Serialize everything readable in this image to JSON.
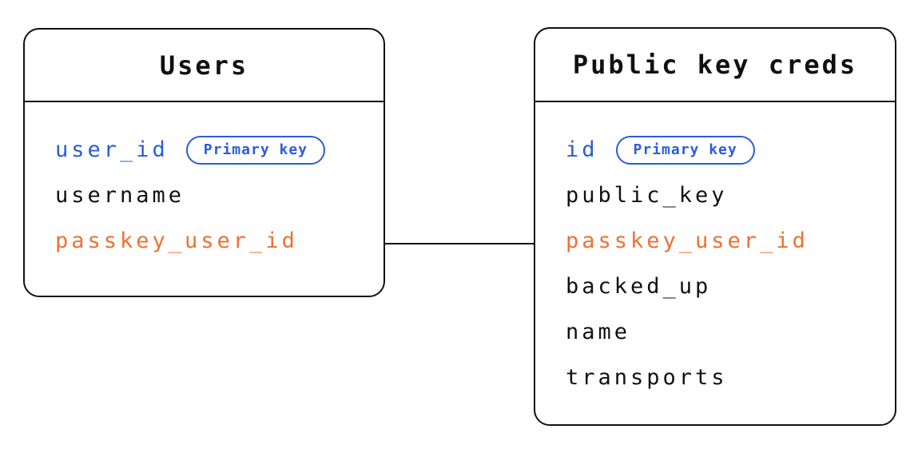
{
  "diagram": {
    "tables": [
      {
        "title": "Users",
        "fields": [
          {
            "name": "user_id",
            "color": "blue",
            "badge": "Primary key"
          },
          {
            "name": "username",
            "color": "default"
          },
          {
            "name": "passkey_user_id",
            "color": "orange"
          }
        ]
      },
      {
        "title": "Public key creds",
        "fields": [
          {
            "name": "id",
            "color": "blue",
            "badge": "Primary key"
          },
          {
            "name": "public_key",
            "color": "default"
          },
          {
            "name": "passkey_user_id",
            "color": "orange"
          },
          {
            "name": "backed_up",
            "color": "default"
          },
          {
            "name": "name",
            "color": "default"
          },
          {
            "name": "transports",
            "color": "default"
          }
        ]
      }
    ],
    "relationship": {
      "from_table": "Users",
      "from_field": "passkey_user_id",
      "to_table": "Public key creds",
      "to_field": "passkey_user_id"
    },
    "colors": {
      "primary_key_blue": "#2B5CD9",
      "foreign_key_orange": "#ED7135",
      "text": "#111111",
      "border": "#111111",
      "background": "#FFFFFF"
    }
  }
}
